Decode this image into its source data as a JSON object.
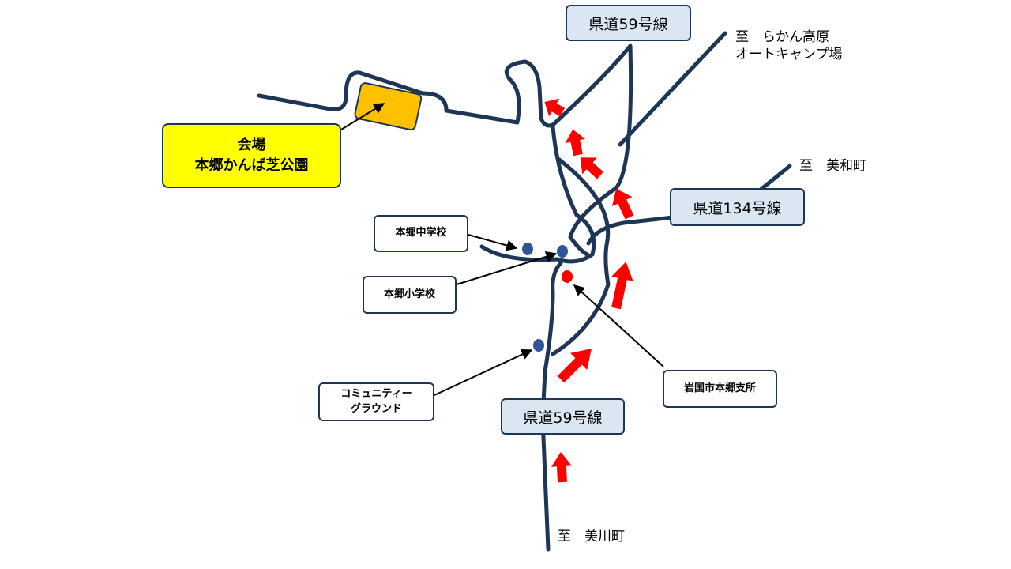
{
  "venue": {
    "line1": "会場",
    "line2": "本郷かんば芝公園"
  },
  "routes": {
    "north": "県道59号線",
    "east": "県道134号線",
    "south": "県道59号線"
  },
  "destinations": {
    "northeast_line1": "至　らかん高原",
    "northeast_line2": "オートキャンプ場",
    "east": "至　美和町",
    "south": "至　美川町"
  },
  "places": {
    "junior_high": "本郷中学校",
    "elementary": "本郷小学校",
    "ground_line1": "コミュニティー",
    "ground_line2": "グラウンド",
    "branch_office": "岩国市本郷支所"
  },
  "colors": {
    "road": "#1f3556",
    "route_arrow": "#ff0000",
    "venue_marker": "#ffc000",
    "venue_label_bg": "#ffff00",
    "school_dot": "#2f5597",
    "office_dot": "#ff0000"
  }
}
